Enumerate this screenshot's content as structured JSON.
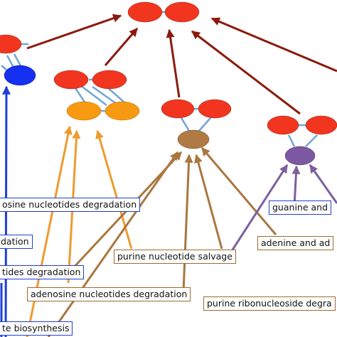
{
  "colors": {
    "red_node": "#f2351f",
    "blue_node": "#1530f0",
    "orange_node": "#f79a12",
    "tan_node": "#b07a44",
    "purple_node": "#7d58a3",
    "link": "#6fa6d8",
    "arrow_darkred": "#8b1a0d",
    "arrow_blue": "#1f3fd6",
    "arrow_orange": "#ef9a2e",
    "arrow_tan": "#a9773f",
    "arrow_purple": "#7b609e",
    "box_border_blue": "#1f3fd6",
    "box_border_brown": "#a06a2c"
  },
  "labels": {
    "l1": "osine nucleotides degradation",
    "l2": "dation",
    "l3": "tides degradation",
    "l4": "adenosine nucleotides degradation",
    "l5": "te biosynthesis",
    "l6": "purine nucleotide salvage",
    "l7": "purine ribonucleoside degra",
    "l8": "guanine and",
    "l9": "adenine and ad"
  }
}
